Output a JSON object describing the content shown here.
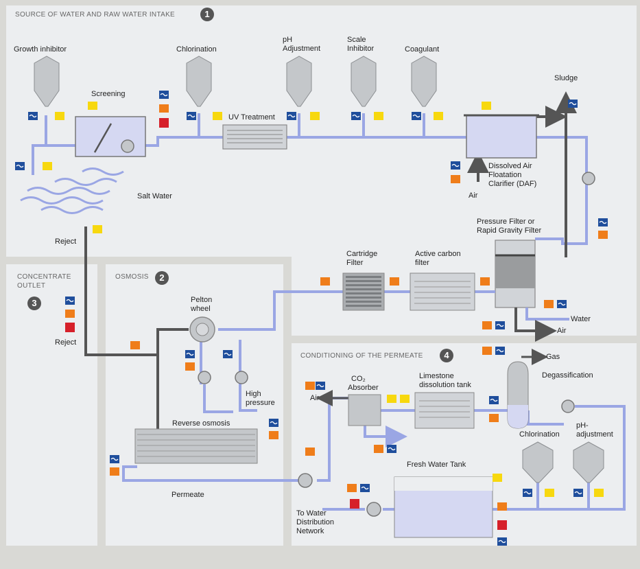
{
  "sections": {
    "s1": {
      "title": "SOURCE OF WATER AND RAW WATER INTAKE",
      "num": "1"
    },
    "s2": {
      "title": "OSMOSIS",
      "num": "2"
    },
    "s3": {
      "title_line1": "CONCENTRATE",
      "title_line2": "OUTLET",
      "num": "3"
    },
    "s4": {
      "title": "CONDITIONING OF THE PERMEATE",
      "num": "4"
    }
  },
  "labels": {
    "growth_inhibitor": "Growth inhibitor",
    "screening": "Screening",
    "chlorination_1": "Chlorination",
    "uv_treatment": "UV Treatment",
    "ph_adjustment_1a": "pH",
    "ph_adjustment_1b": "Adjustment",
    "scale_1": "Scale",
    "scale_2": "Inhibitor",
    "coagulant": "Coagulant",
    "sludge": "Sludge",
    "daf_1": "Dissolved Air",
    "daf_2": "Floatation",
    "daf_3": "Clarifier (DAF)",
    "air_1": "Air",
    "salt_water": "Salt Water",
    "reject_1": "Reject",
    "reject_2": "Reject",
    "pressure_filter_1": "Pressure Filter or",
    "pressure_filter_2": "Rapid Gravity Filter",
    "cartridge_1": "Cartridge",
    "cartridge_2": "Filter",
    "active_carbon_1": "Active carbon",
    "active_carbon_2": "filter",
    "water": "Water",
    "air_2": "Air",
    "pelton_1": "Pelton",
    "pelton_2": "wheel",
    "high_pressure_1": "High",
    "high_pressure_2": "pressure",
    "reverse_osmosis": "Reverse osmosis",
    "permeate": "Permeate",
    "gas": "Gas",
    "degassification": "Degassification",
    "co2_absorber_1": "CO₂",
    "co2_absorber_2": "Absorber",
    "air_3": "Air",
    "limestone_1": "Limestone",
    "limestone_2": "dissolution tank",
    "chlorination_2": "Chlorination",
    "ph_adjustment_2a": "pH-",
    "ph_adjustment_2b": "adjustment",
    "fresh_water_tank": "Fresh Water Tank",
    "to_water_1": "To Water",
    "to_water_2": "Distribution",
    "to_water_3": "Network"
  },
  "colors": {
    "background": "#d9d9d5",
    "panel": "#eceef0",
    "water_pipe": "#9aa6e4",
    "reject_pipe": "#555555",
    "equipment": "#c4c7ca",
    "tank_fill": "#d5d8f2",
    "sensor_blue": "#1f4e9c",
    "sensor_orange": "#ef7d1a",
    "sensor_yellow": "#f7d80f",
    "sensor_red": "#d6202a"
  },
  "icons": {
    "flow_sensor": "wave-icon",
    "temperature_sensor": "thermometer-icon",
    "pressure_sensor": "gauge-icon",
    "dosing": "dosing-icon",
    "pump": "pump-icon",
    "hopper": "hopper-icon"
  }
}
